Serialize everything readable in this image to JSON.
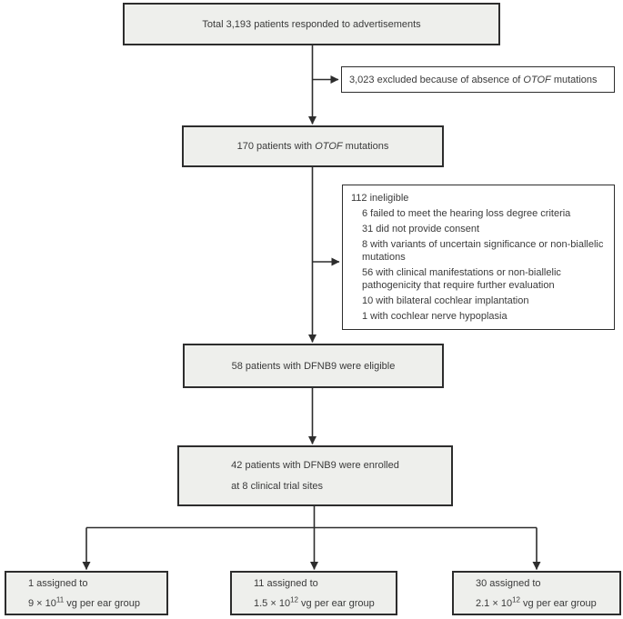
{
  "boxes": {
    "total": {
      "text": "Total 3,193 patients responded to advertisements"
    },
    "excluded": {
      "prefix": "3,023 excluded because of absence of ",
      "gene": "OTOF",
      "suffix": " mutations"
    },
    "otof": {
      "prefix": "170 patients with ",
      "gene": "OTOF",
      "suffix": " mutations"
    },
    "ineligible": {
      "heading": "112 ineligible",
      "items": [
        "6 failed to meet the hearing loss degree criteria",
        "31 did not provide consent",
        "8 with variants of uncertain significance or non-biallelic mutations",
        "56 with clinical manifestations or non-biallelic pathogenicity that require further evaluation",
        "10 with bilateral cochlear implantation",
        "1 with cochlear nerve hypoplasia"
      ]
    },
    "eligible": {
      "text": "58 patients with DFNB9 were eligible"
    },
    "enrolled": {
      "line1": "42 patients with DFNB9 were enrolled",
      "line2": "at 8 clinical trial sites"
    },
    "groups": [
      {
        "line1": "1 assigned to",
        "dose_base": "9 × 10",
        "dose_exp": "11",
        "dose_suffix": " vg per ear group"
      },
      {
        "line1": "11 assigned to",
        "dose_base": "1.5 × 10",
        "dose_exp": "12",
        "dose_suffix": " vg per ear group"
      },
      {
        "line1": "30 assigned to",
        "dose_base": "2.1 × 10",
        "dose_exp": "12",
        "dose_suffix": " vg per ear group"
      }
    ]
  },
  "colors": {
    "box_fill": "#eeefec",
    "box_border": "#2d2d2d",
    "side_box_fill": "#ffffff",
    "text": "#3a3a3a"
  }
}
